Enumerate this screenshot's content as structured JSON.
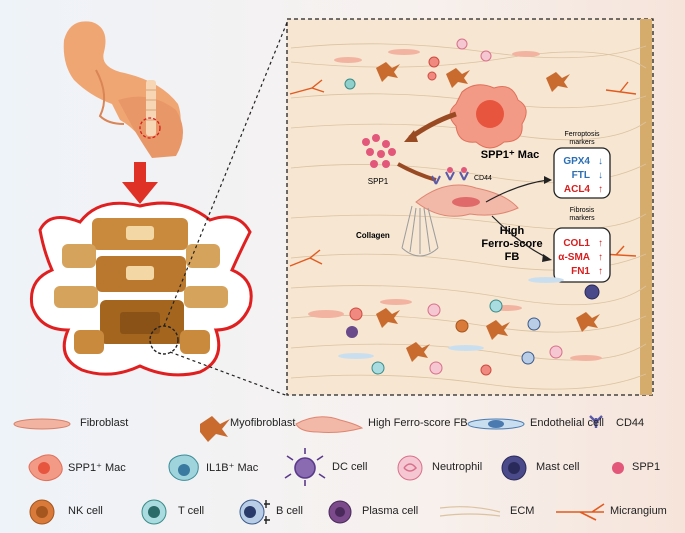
{
  "panel": {
    "mac_label": "SPP1⁺ Mac",
    "spp1_label": "SPP1",
    "cd44_label": "CD44",
    "collagen_label": "Collagen",
    "fb_label_line1": "High",
    "fb_label_line2": "Ferro-score",
    "fb_label_line3": "FB"
  },
  "ferroptosis": {
    "title_line1": "Ferroptosis",
    "title_line2": "markers",
    "markers": [
      {
        "name": "GPX4",
        "arrow": "↓",
        "color": "#2a6fb5"
      },
      {
        "name": "FTL",
        "arrow": "↓",
        "color": "#2a6fb5"
      },
      {
        "name": "ACL4",
        "arrow": "↑",
        "color": "#d81e1e"
      }
    ]
  },
  "fibrosis": {
    "title_line1": "Fibrosis",
    "title_line2": "markers",
    "markers": [
      {
        "name": "COL1",
        "arrow": "↑",
        "color": "#d81e1e"
      },
      {
        "name": "α-SMA",
        "arrow": "↑",
        "color": "#d81e1e"
      },
      {
        "name": "FN1",
        "arrow": "↑",
        "color": "#d81e1e"
      }
    ]
  },
  "legend": {
    "row1": [
      "Fibroblast",
      "Myofibroblast",
      "High Ferro-score FB",
      "Endothelial cell",
      "CD44"
    ],
    "row2": [
      "SPP1⁺ Mac",
      "IL1B⁺ Mac",
      "DC cell",
      "Neutrophil",
      "Mast cell",
      "SPP1"
    ],
    "row3": [
      "NK cell",
      "T cell",
      "B cell",
      "Plasma cell",
      "ECM",
      "Micrangium"
    ]
  },
  "colors": {
    "red": "#d81e1e",
    "blue": "#2a6fb5",
    "bone": "#c8893a",
    "skin": "#f0a673"
  }
}
